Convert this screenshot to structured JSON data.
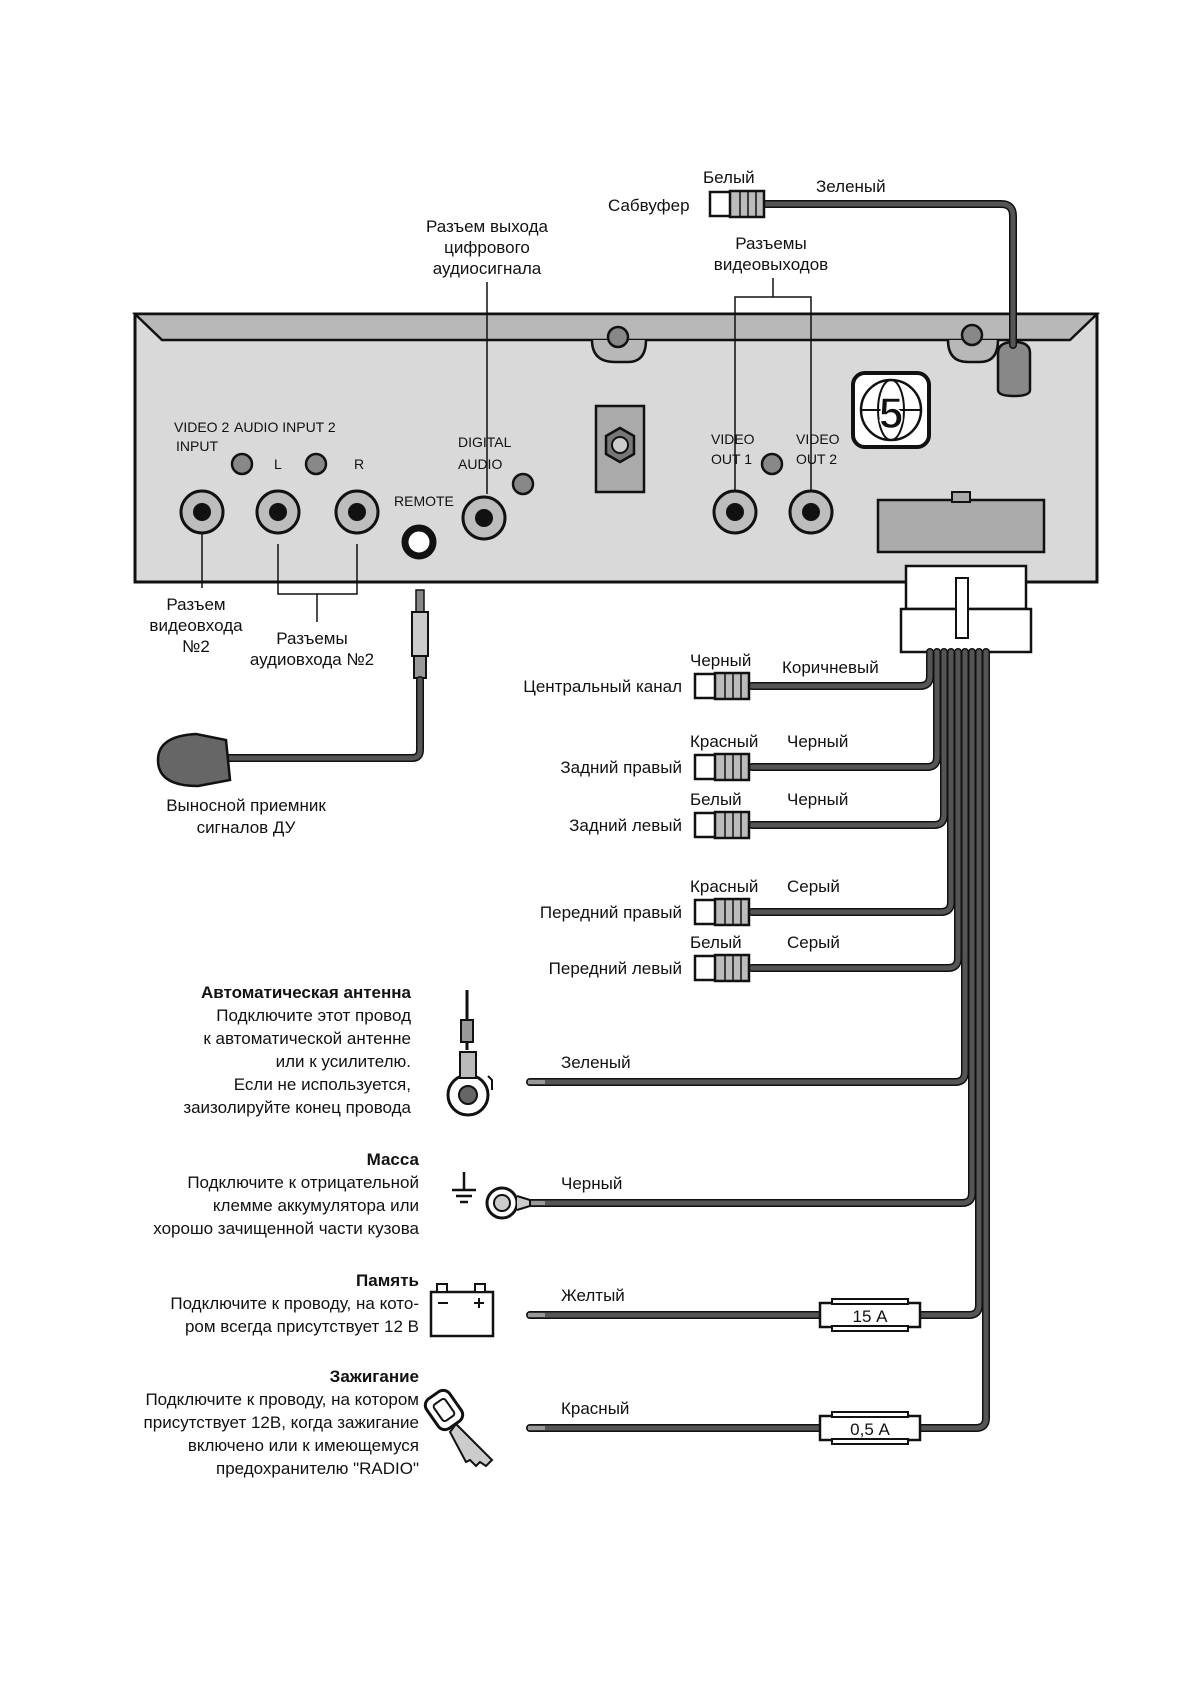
{
  "panel": {
    "video2_input": [
      "VIDEO 2",
      "INPUT"
    ],
    "audio_input2": "AUDIO  INPUT 2",
    "audio_l": "L",
    "audio_r": "R",
    "remote": "REMOTE",
    "digital_audio": [
      "DIGITAL",
      "AUDIO"
    ],
    "video_out1": [
      "VIDEO",
      "OUT 1"
    ],
    "video_out2": [
      "VIDEO",
      "OUT 2"
    ],
    "logo_number": "5"
  },
  "top": {
    "subwoofer": "Сабвуфер",
    "subwoofer_plug_color": "Белый",
    "subwoofer_wire_color": "Зеленый",
    "digital_out": [
      "Разъем выхода",
      "цифрового",
      "аудиосигнала"
    ],
    "video_outs": [
      "Разъемы",
      "видеовыходов"
    ]
  },
  "bottom_left": {
    "video_in2": [
      "Разъем",
      "видеовхода",
      "№2"
    ],
    "audio_in2": [
      "Разъемы",
      "аудиовхода №2"
    ],
    "remote_receiver": [
      "Выносной приемник",
      "сигналов ДУ"
    ]
  },
  "rca": [
    {
      "channel": "Центральный канал",
      "plug_color": "Черный",
      "wire_color": "Коричневый"
    },
    {
      "channel": "Задний правый",
      "plug_color": "Красный",
      "wire_color": "Черный"
    },
    {
      "channel": "Задний левый",
      "plug_color": "Белый",
      "wire_color": "Черный"
    },
    {
      "channel": "Передний правый",
      "plug_color": "Красный",
      "wire_color": "Серый"
    },
    {
      "channel": "Передний левый",
      "plug_color": "Белый",
      "wire_color": "Серый"
    }
  ],
  "power": [
    {
      "title": "Автоматическая антенна",
      "desc": [
        "Подключите этот провод",
        "к автоматической антенне",
        "или к усилителю.",
        "Если не используется,",
        "заизолируйте конец провода"
      ],
      "wire_color": "Зеленый",
      "icon": "antenna-icon",
      "fuse": ""
    },
    {
      "title": "Масса",
      "desc": [
        "Подключите к отрицательной",
        "клемме аккумулятора или",
        "хорошо зачищенной части кузова"
      ],
      "wire_color": "Черный",
      "icon": "ground-icon",
      "fuse": ""
    },
    {
      "title": "Память",
      "desc": [
        "Подключите к проводу, на кото-",
        "ром всегда присутствует 12 В"
      ],
      "wire_color": "Желтый",
      "icon": "battery-icon",
      "fuse": "15 А"
    },
    {
      "title": "Зажигание",
      "desc": [
        "Подключите к проводу, на котором",
        "присутствует 12В, когда зажигание",
        "включено или к имеющемуся",
        "предохранителю \"RADIO\""
      ],
      "wire_color": "Красный",
      "icon": "ignition-key-icon",
      "fuse": "0,5 А"
    }
  ],
  "colors": {
    "panel": "#d9d9d9",
    "wire": "#555555",
    "ink": "#111111"
  }
}
